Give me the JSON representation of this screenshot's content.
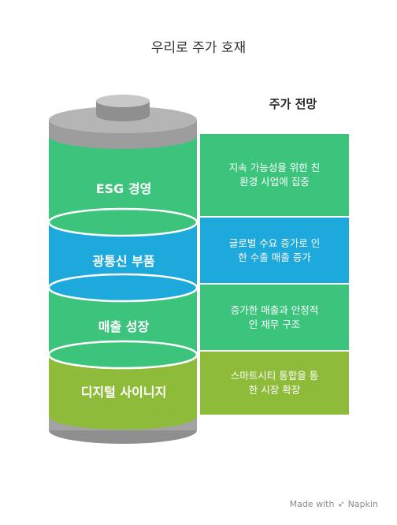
{
  "title": "우리로 주가 호재",
  "subtitle": "주가 전망",
  "segments": [
    {
      "label": "ESG 경영",
      "color": "#3cc47c",
      "description": "지속 가능성을 위한 친\n환경 사업에 집중"
    },
    {
      "label": "광통신 부품",
      "color": "#1ea9dc",
      "description": "글로벌 수요 증가로 인\n한 수출 매출 증가"
    },
    {
      "label": "매출 성장",
      "color": "#3cc47c",
      "description": "증가한 매출과 안정적\n인 재무 구조"
    },
    {
      "label": "디지털 사이니지",
      "color": "#8fbb3a",
      "description": "스마트시티 통합을 통\n한 시장 확장"
    }
  ],
  "footer": {
    "made_with": "Made with",
    "brand": "Napkin"
  },
  "colors": {
    "cap": "#a3a3a3",
    "cap_dark": "#8a8a8a",
    "cap_top": "#bdbdbd"
  }
}
